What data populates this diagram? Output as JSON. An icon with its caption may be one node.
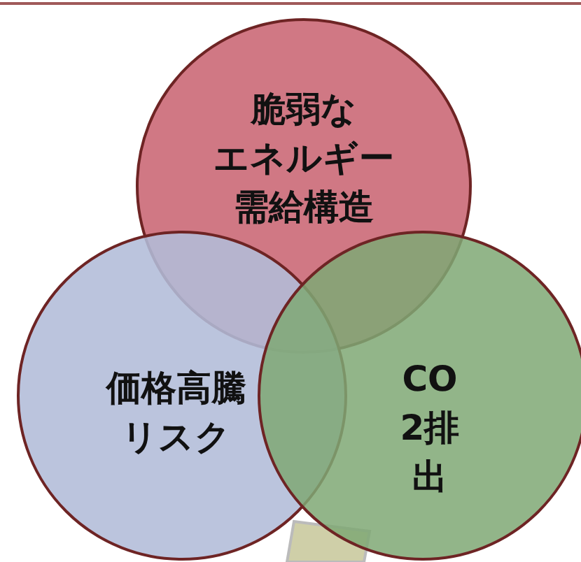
{
  "diagram": {
    "nodes": [
      {
        "text": [
          "脆弱なエネルギー需給構造"
        ]
      },
      {
        "text": [
          "価格高騰リスク"
        ]
      },
      {
        "text": [
          "CO2排出"
        ]
      }
    ]
  }
}
